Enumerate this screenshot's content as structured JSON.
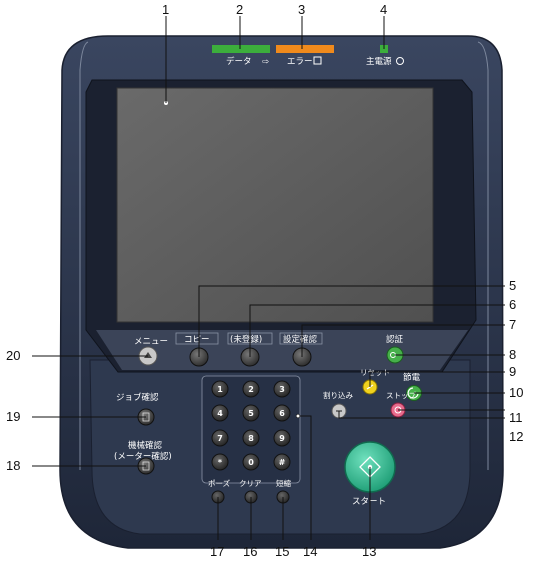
{
  "callouts": [
    "1",
    "2",
    "3",
    "4",
    "5",
    "6",
    "7",
    "8",
    "9",
    "10",
    "11",
    "12",
    "13",
    "14",
    "15",
    "16",
    "17",
    "18",
    "19",
    "20"
  ],
  "indicators": {
    "data": "データ",
    "error": "エラー",
    "main_power": "主電源"
  },
  "panel": {
    "menu": "メニュー",
    "copy": "コピー",
    "unregistered": "(未登録)",
    "settings_confirm": "設定確認",
    "auth": "認証",
    "reset": "リセット",
    "power_save": "節電",
    "interrupt": "割り込み",
    "stop": "ストップ",
    "start": "スタート",
    "job_status": "ジョブ確認",
    "machine_status_1": "機械確認",
    "machine_status_2": "(メーター確認)",
    "pause": "ポーズ",
    "clear": "クリア",
    "speed_dial": "短縮"
  },
  "keypad": [
    "1",
    "2",
    "3",
    "4",
    "5",
    "6",
    "7",
    "8",
    "9",
    "*",
    "0",
    "#"
  ],
  "colors": {
    "data_led": "#3cae3c",
    "error_led": "#f08a1c",
    "power_led": "#3cae3c",
    "auth_btn": "#46b04a",
    "reset_btn": "#f0d21e",
    "power_save_btn": "#46b04a",
    "stop_btn": "#e86a8c",
    "start_btn": "#2fbf92",
    "panel_navy": "#2a3448",
    "screen": "#5a5a5a"
  }
}
